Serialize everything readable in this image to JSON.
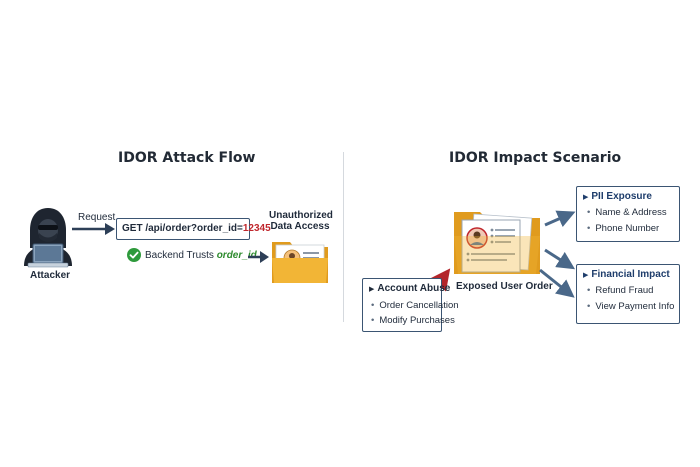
{
  "left_panel": {
    "title": "IDOR Attack Flow",
    "attacker_label": "Attacker",
    "request_label": "Request",
    "request_text_prefix": "GET /api/order?order_id=",
    "request_text_id": "12345",
    "trust_text_prefix": "Backend Trusts ",
    "trust_text_var": "order_id",
    "data_access_line1": "Unauthorized",
    "data_access_line2": "Data Access"
  },
  "right_panel": {
    "title": "IDOR Impact Scenario",
    "exposed_label": "Exposed User Order",
    "pii": {
      "title": "PII Exposure",
      "items": [
        "Name & Address",
        "Phone Number"
      ]
    },
    "financial": {
      "title": "Financial Impact",
      "items": [
        "Refund Fraud",
        "View Payment Info"
      ]
    },
    "account": {
      "title": "Account Abuse",
      "items": [
        "Order Cancellation",
        "Modify Purchases"
      ]
    }
  },
  "colors": {
    "arrow_dark": "#2d3f57",
    "arrow_blue": "#4a6889",
    "arrow_red": "#b3262b",
    "highlight_red": "#c0272d",
    "check_green": "#2e9a3c",
    "folder_yellow": "#f2b536",
    "box_border": "#3b5573"
  },
  "icons": [
    "hacker-icon",
    "laptop-icon",
    "check-icon",
    "folder-icon",
    "user-card-icon",
    "document-icon"
  ]
}
